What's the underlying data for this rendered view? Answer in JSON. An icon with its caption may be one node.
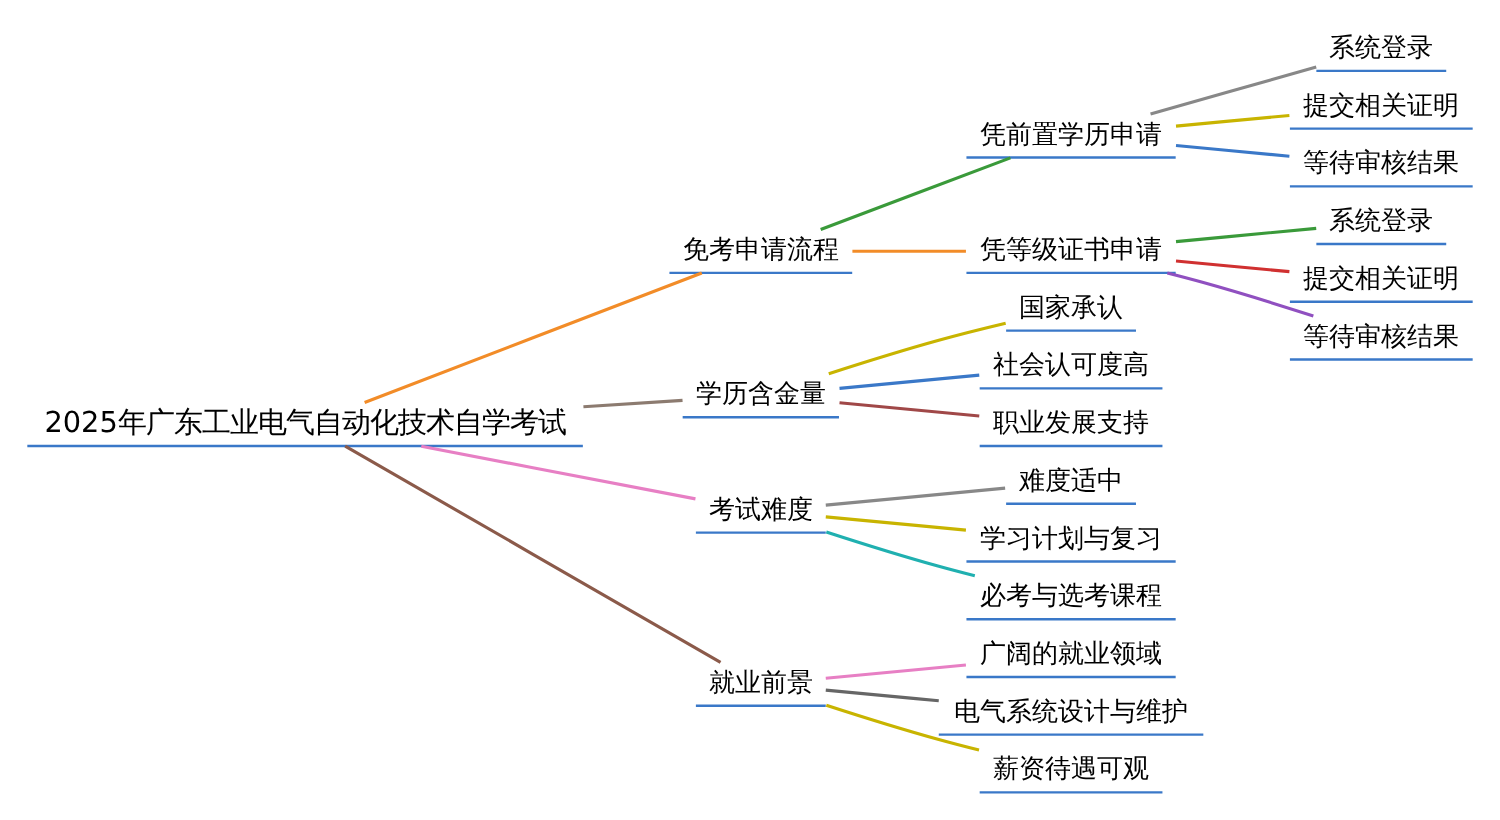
{
  "diagram": {
    "nodes": [
      {
        "text": [
          "2025年广东工业电气自动化技术自学考试"
        ]
      },
      {
        "text": [
          "免考申请流程"
        ]
      },
      {
        "text": [
          "凭前置学历申请"
        ]
      },
      {
        "text": [
          "系统登录"
        ]
      },
      {
        "text": [
          "提交相关证明"
        ]
      },
      {
        "text": [
          "等待审核结果"
        ]
      },
      {
        "text": [
          "凭等级证书申请"
        ]
      },
      {
        "text": [
          "系统登录"
        ]
      },
      {
        "text": [
          "提交相关证明"
        ]
      },
      {
        "text": [
          "等待审核结果"
        ]
      },
      {
        "text": [
          "学历含金量"
        ]
      },
      {
        "text": [
          "国家承认"
        ]
      },
      {
        "text": [
          "社会认可度高"
        ]
      },
      {
        "text": [
          "职业发展支持"
        ]
      },
      {
        "text": [
          "考试难度"
        ]
      },
      {
        "text": [
          "难度适中"
        ]
      },
      {
        "text": [
          "学习计划与复习"
        ]
      },
      {
        "text": [
          "必考与选考课程"
        ]
      },
      {
        "text": [
          "就业前景"
        ]
      },
      {
        "text": [
          "广阔的就业领域"
        ]
      },
      {
        "text": [
          "电气系统设计与维护"
        ]
      },
      {
        "text": [
          "薪资待遇可观"
        ]
      }
    ],
    "edges": [
      {
        "from": 0,
        "to": 1,
        "arrow": "none",
        "color": "#f28c28"
      },
      {
        "from": 1,
        "to": 2,
        "arrow": "none",
        "color": "#3a9a3a"
      },
      {
        "from": 2,
        "to": 3,
        "arrow": "none",
        "color": "#888888"
      },
      {
        "from": 2,
        "to": 4,
        "arrow": "none",
        "color": "#c8b400"
      },
      {
        "from": 2,
        "to": 5,
        "arrow": "none",
        "color": "#3a78c8"
      },
      {
        "from": 1,
        "to": 6,
        "arrow": "none",
        "color": "#f28c28"
      },
      {
        "from": 6,
        "to": 7,
        "arrow": "none",
        "color": "#3a9a3a"
      },
      {
        "from": 6,
        "to": 8,
        "arrow": "none",
        "color": "#d03030"
      },
      {
        "from": 6,
        "to": 9,
        "arrow": "none",
        "color": "#9050c0"
      },
      {
        "from": 0,
        "to": 10,
        "arrow": "none",
        "color": "#8c7b70"
      },
      {
        "from": 10,
        "to": 11,
        "arrow": "none",
        "color": "#c8b400"
      },
      {
        "from": 10,
        "to": 12,
        "arrow": "none",
        "color": "#3a78c8"
      },
      {
        "from": 10,
        "to": 13,
        "arrow": "none",
        "color": "#a04848"
      },
      {
        "from": 0,
        "to": 14,
        "arrow": "none",
        "color": "#e77fc4"
      },
      {
        "from": 14,
        "to": 15,
        "arrow": "none",
        "color": "#888888"
      },
      {
        "from": 14,
        "to": 16,
        "arrow": "none",
        "color": "#c8b400"
      },
      {
        "from": 14,
        "to": 17,
        "arrow": "none",
        "color": "#20b0b0"
      },
      {
        "from": 0,
        "to": 18,
        "arrow": "none",
        "color": "#8b5a4a"
      },
      {
        "from": 18,
        "to": 19,
        "arrow": "none",
        "color": "#e77fc4"
      },
      {
        "from": 18,
        "to": 20,
        "arrow": "none",
        "color": "#666666"
      },
      {
        "from": 18,
        "to": 21,
        "arrow": "none",
        "color": "#c8b400"
      }
    ]
  }
}
